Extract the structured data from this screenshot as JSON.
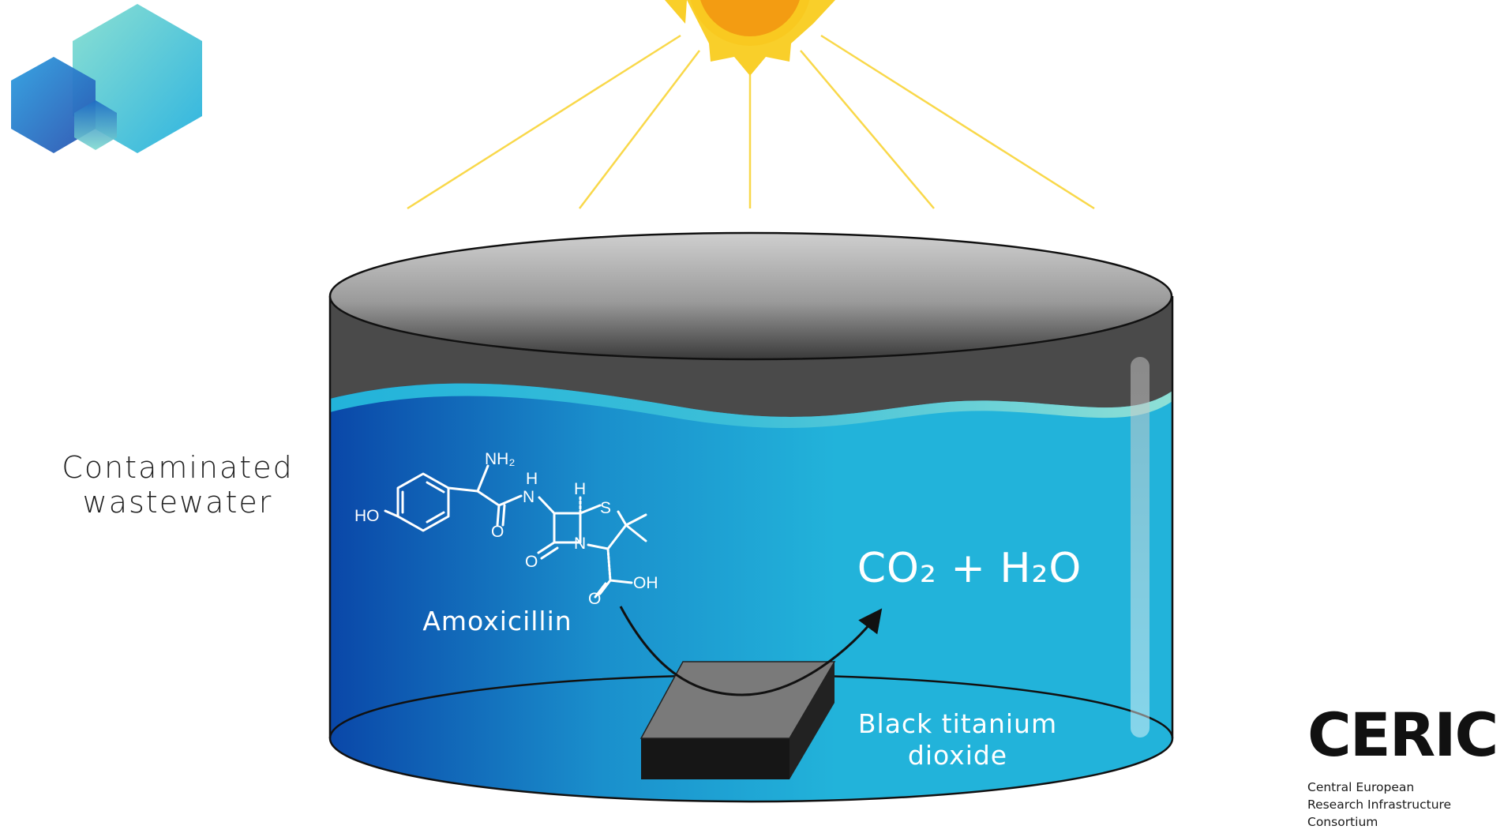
{
  "left_label": {
    "line1": "Contaminated",
    "line2": "wastewater"
  },
  "molecule": {
    "name": "Amoxicillin",
    "atoms": {
      "ho": "HO",
      "nh2": "NH₂",
      "n_amide": "N",
      "h_amide": "H",
      "h_ring": "H",
      "s": "S",
      "n_ring": "N",
      "o1": "O",
      "o2": "O",
      "o3": "O",
      "oh": "OH"
    }
  },
  "products": "CO₂ + H₂O",
  "catalyst_label": {
    "line1": "Black titanium",
    "line2": "dioxide"
  },
  "ceric": {
    "logo_text": "CERIC",
    "subtitle_lines": [
      "Central European",
      "Research Infrastructure",
      "Consortium"
    ]
  },
  "colors": {
    "sun": "#f39c12",
    "sun_rays": "#f9d84a",
    "tank_lid": "#c8c8c8",
    "tank_wall": "#4a4a4a",
    "water_light": "#22b0d8",
    "water_dark": "#0a47a8",
    "wave": "#6fd3d6",
    "catalyst": "#7a7a7a"
  },
  "icons": [
    "sun-icon",
    "hexagon-logo-icon",
    "ceric-logo-icon"
  ]
}
